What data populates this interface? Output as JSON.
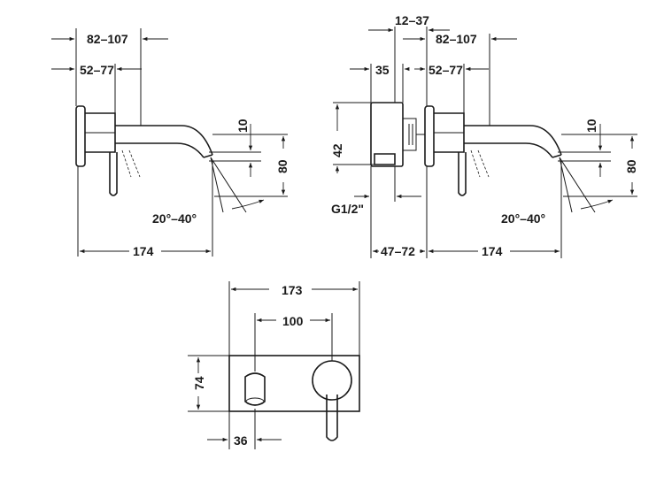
{
  "views": {
    "left_side": {
      "dim_top_outer": "82–107",
      "dim_top_inner": "52–77",
      "dim_spout_thickness": "10",
      "dim_height": "80",
      "dim_angle": "20°–40°",
      "dim_projection": "174"
    },
    "right_side": {
      "dim_body_range": "12–37",
      "dim_top_outer": "82–107",
      "dim_body_width": "35",
      "dim_top_inner": "52–77",
      "dim_body_height": "42",
      "dim_connection": "G1/2\"",
      "dim_spout_thickness": "10",
      "dim_height": "80",
      "dim_angle": "20°–40°",
      "dim_wall_depth": "47–72",
      "dim_projection": "174"
    },
    "front": {
      "dim_plate_width": "173",
      "dim_centers": "100",
      "dim_plate_height": "74",
      "dim_spout_offset": "36"
    }
  }
}
